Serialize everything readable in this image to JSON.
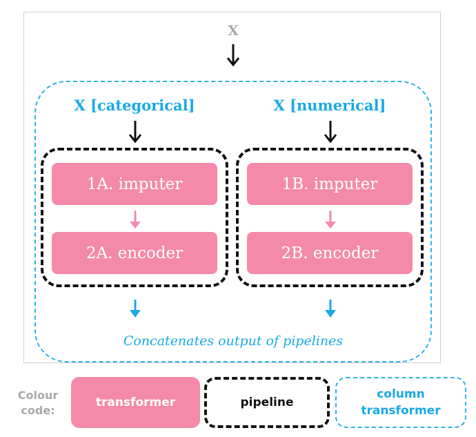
{
  "diagram": {
    "input_label": "X",
    "left_input_label": "X [categorical]",
    "right_input_label": "X [numerical]",
    "left_pipeline": {
      "step1": "1A. imputer",
      "step2": "2A. encoder"
    },
    "right_pipeline": {
      "step1": "1B. imputer",
      "step2": "2B. encoder"
    },
    "output_label": "Concatenates output of pipelines"
  },
  "legend": {
    "title_line1": "Colour",
    "title_line2": "code:",
    "transformer": "transformer",
    "pipeline": "pipeline",
    "column_transformer_line1": "column",
    "column_transformer_line2": "transformer"
  },
  "colors": {
    "transformer": "#f48aaa",
    "pipeline": "#111111",
    "column_transformer": "#2bb3e4",
    "muted_text": "#a9a9a9"
  }
}
